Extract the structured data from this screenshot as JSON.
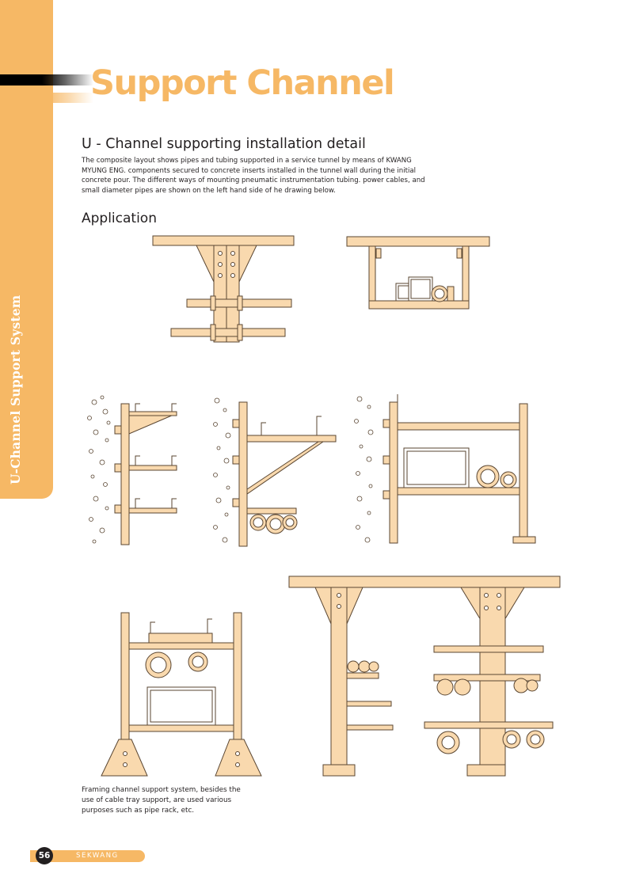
{
  "sidebar": {
    "label": "U-Channel Support System"
  },
  "page": {
    "title": "Support Channel"
  },
  "section": {
    "heading": "U - Channel supporting installation detail",
    "intro": "The composite layout shows pipes and tubing supported in a service tunnel by means of KWANG MYUNG ENG. components secured to concrete inserts installed in the tunnel wall during the initial concrete pour. The different ways of mounting pneumatic instrumentation tubing. power cables, and small diameter pipes are shown on the left hand side of he drawing below."
  },
  "application": {
    "heading": "Application",
    "caption": "Framing channel support system, besides the use of cable tray support, are used various purposes such as pipe rack, etc."
  },
  "footer": {
    "page_number": "56",
    "brand": "SEKWANG"
  },
  "colors": {
    "accent": "#f6b865",
    "part_fill": "#f9d9ae",
    "line": "#5a4632",
    "text": "#231f20"
  }
}
